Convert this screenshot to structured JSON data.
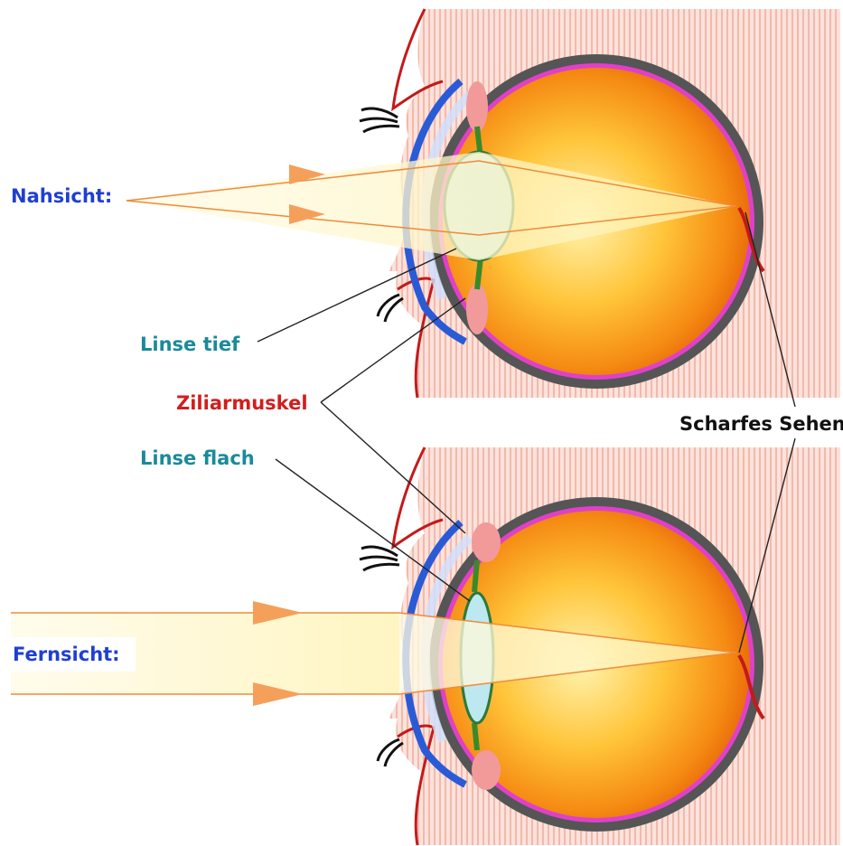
{
  "labels": {
    "nahsicht": "Nahsicht:",
    "fernsicht": "Fernsicht:",
    "linse_tief": "Linse tief",
    "linse_flach": "Linse flach",
    "ziliarmuskel": "Ziliarmuskel",
    "scharfes_sehen": "Scharfes Sehen"
  },
  "colors": {
    "blue_label": "#1f3fd1",
    "teal_label": "#1a8a9a",
    "red_label": "#d21e1e",
    "black_label": "#111111",
    "eye_orange": "#f07a10",
    "eye_yellow": "#ffe58a",
    "sclera": "#555555",
    "choroid": "#e040c8",
    "cornea": "#2a5bd7",
    "lens": "#bde8f0",
    "skin": "#f6d2c8",
    "ray": "#f5a05a",
    "beam": "#fff0b0"
  }
}
